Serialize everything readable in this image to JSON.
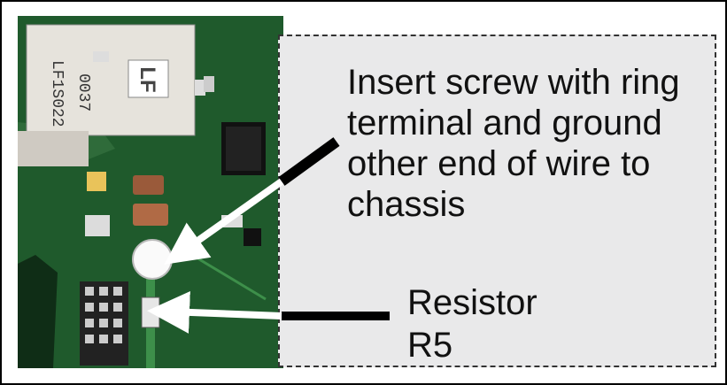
{
  "callout": {
    "instruction": "Insert screw with ring\nterminal and ground\nother end of wire to\nchassis",
    "resistor_label": "Resistor\nR5"
  },
  "board": {
    "module_marking": "LF1S022\n0037",
    "logo_mark": "LF"
  },
  "colors": {
    "pcb_green": "#1f5a2c",
    "trace_green": "#3d8f4a",
    "callout_bg": "#e9e9ea",
    "arrow": "#ffffff",
    "leader": "#000000"
  },
  "icons": {
    "screw_hole": "mounting-hole-icon",
    "arrows": "arrow-icon"
  }
}
